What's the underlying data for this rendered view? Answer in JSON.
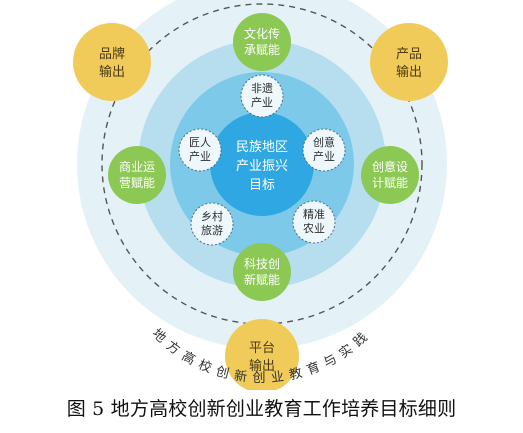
{
  "center": {
    "line1": "民族地区",
    "line2": "产业振兴",
    "line3": "目标"
  },
  "inner_nodes": {
    "top": {
      "line1": "非遗",
      "line2": "产业"
    },
    "upper_right": {
      "line1": "创意",
      "line2": "产业"
    },
    "lower_right": {
      "line1": "精准",
      "line2": "农业"
    },
    "lower_left": {
      "line1": "乡村",
      "line2": "旅游"
    },
    "upper_left": {
      "line1": "匠人",
      "line2": "产业"
    }
  },
  "green_nodes": {
    "top": {
      "line1": "文化传",
      "line2": "承赋能"
    },
    "right": {
      "line1": "创意设",
      "line2": "计赋能"
    },
    "bottom": {
      "line1": "科技创",
      "line2": "新赋能"
    },
    "left": {
      "line1": "商业运",
      "line2": "营赋能"
    }
  },
  "yellow_nodes": {
    "top_left": {
      "line1": "品牌",
      "line2": "输出"
    },
    "top_right": {
      "line1": "产品",
      "line2": "输出"
    },
    "bottom": {
      "line1": "平台",
      "line2": "输出"
    }
  },
  "ring_label": "地方高校创新创业教育与实践",
  "caption": "图 5 地方高校创新创业教育工作培养目标细则",
  "colors": {
    "outer_ring": "#e4f2f8",
    "middle_ring": "#b6deef",
    "inner_ring": "#7cc9ea",
    "center": "#2fa7e3",
    "green": "#8cc854",
    "yellow": "#f1cb5a",
    "inner_node_fill": "#eef7fb"
  }
}
